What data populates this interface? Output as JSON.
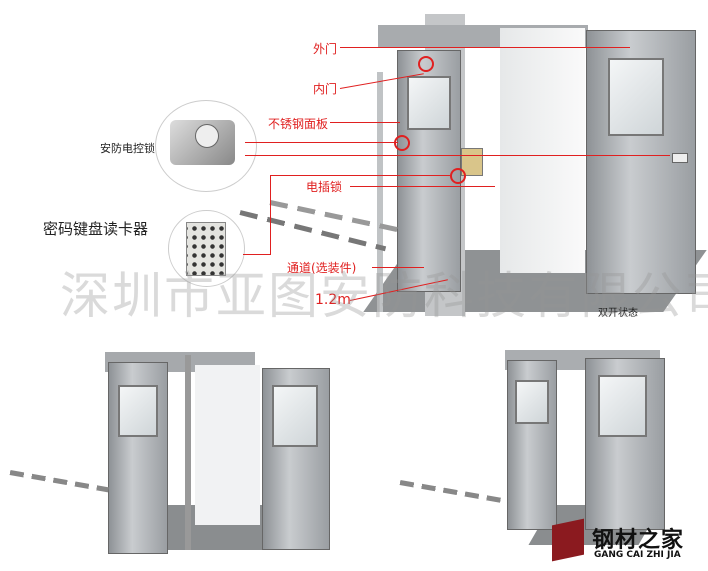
{
  "labels": {
    "outer_door": "外门",
    "inner_door": "内门",
    "stainless_panel": "不锈钢面板",
    "security_lock": "安防电控锁",
    "electric_bolt_lock": "电插锁",
    "keypad_reader": "密码键盘读卡器",
    "passage": "通道(选装件)",
    "width": "1.2m",
    "double_open": "双开状态"
  },
  "watermark": "深圳市亚图安防科技有限公司",
  "logo": {
    "cn": "钢材之家",
    "en": "GANG CAI ZHI JIA"
  },
  "colors": {
    "accent": "#e02020",
    "steel": "#b9bcbf"
  }
}
